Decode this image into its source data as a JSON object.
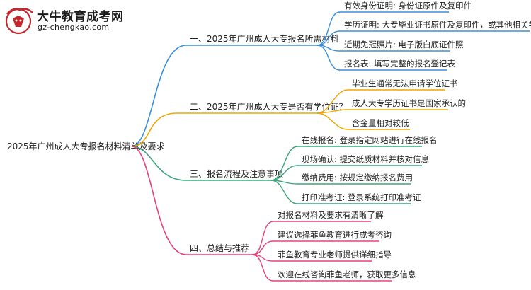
{
  "logo": {
    "name": "大牛教育成考网",
    "url": "gz-chengkao.com"
  },
  "mindmap": {
    "root": "2025年广州成人大专报名材料清单及要求",
    "branches": [
      {
        "label": "一、2025年广州成人大专报名所需材料",
        "color": "#3b8fd9",
        "children": [
          "有效身份证明: 身份证原件及复印件",
          "学历证明: 大专毕业证书原件及复印件，或其他相关学历证书",
          "近期免冠照片: 电子版白底证件照",
          "报名表: 填写完整的报名登记表"
        ]
      },
      {
        "label": "二、2025年广州成人大专是否有学位证？",
        "color": "#f0a500",
        "children": [
          "毕业生通常无法申请学位证书",
          "成人大专学历证书是国家承认的",
          "含金量相对较低"
        ]
      },
      {
        "label": "三、报名流程及注意事项",
        "color": "#3aa57a",
        "children": [
          "在线报名: 登录指定网站进行在线报名",
          "现场确认: 提交纸质材料并核对信息",
          "缴纳费用: 按规定缴纳报名费用",
          "打印准考证: 登录系统打印准考证"
        ]
      },
      {
        "label": "四、总结与推荐",
        "color": "#e8407a",
        "children": [
          "对报名材料及要求有清晰了解",
          "建议选择菲鱼教育进行成考咨询",
          "菲鱼教育专业老师提供详细指导",
          "欢迎在线咨询菲鱼老师，获取更多信息"
        ]
      }
    ]
  }
}
